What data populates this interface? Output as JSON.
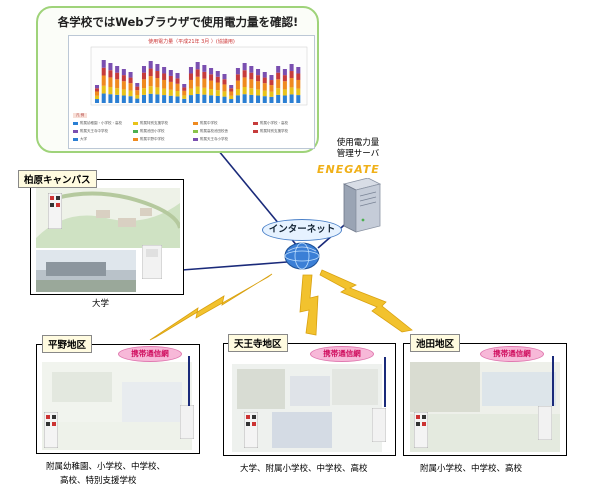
{
  "browser_panel": {
    "title": "各学校ではWebブラウザで使用電力量を確認!",
    "chart_caption": "使用電力量（平成21年 3月 ）(協議用)",
    "bar_series_colors": [
      "#2b7fd3",
      "#e8c21a",
      "#ef8a1f",
      "#c63b3b",
      "#7a4fb0"
    ],
    "legend": {
      "header": "凡 例",
      "items": [
        "附属幼稚園・小学校・高校",
        "附属特別支援学校",
        "附属中学校",
        "附属小学校・高校",
        "附属天王寺中学校",
        "附属池田小学校",
        "附属高校池田校舎",
        "附属特別支援学校",
        "大学",
        "附属平野中学校",
        "附属天王寺小学校"
      ]
    }
  },
  "server": {
    "caption": "使用電力量\n管理サーバ",
    "brand": "ENEGATE"
  },
  "internet": {
    "label": "インターネット"
  },
  "sites": {
    "kashiwara": {
      "name": "柏原キャンパス",
      "caption": "大学"
    },
    "hirano": {
      "name": "平野地区",
      "mobile": "携帯通信網",
      "caption_line1": "附属幼稚園、小学校、中学校、",
      "caption_line2": "高校、特別支援学校"
    },
    "tennoji": {
      "name": "天王寺地区",
      "mobile": "携帯通信網",
      "caption": "大学、附属小学校、中学校、高校"
    },
    "ikeda": {
      "name": "池田地区",
      "mobile": "携帯通信網",
      "caption": "附属小学校、中学校、高校"
    }
  }
}
